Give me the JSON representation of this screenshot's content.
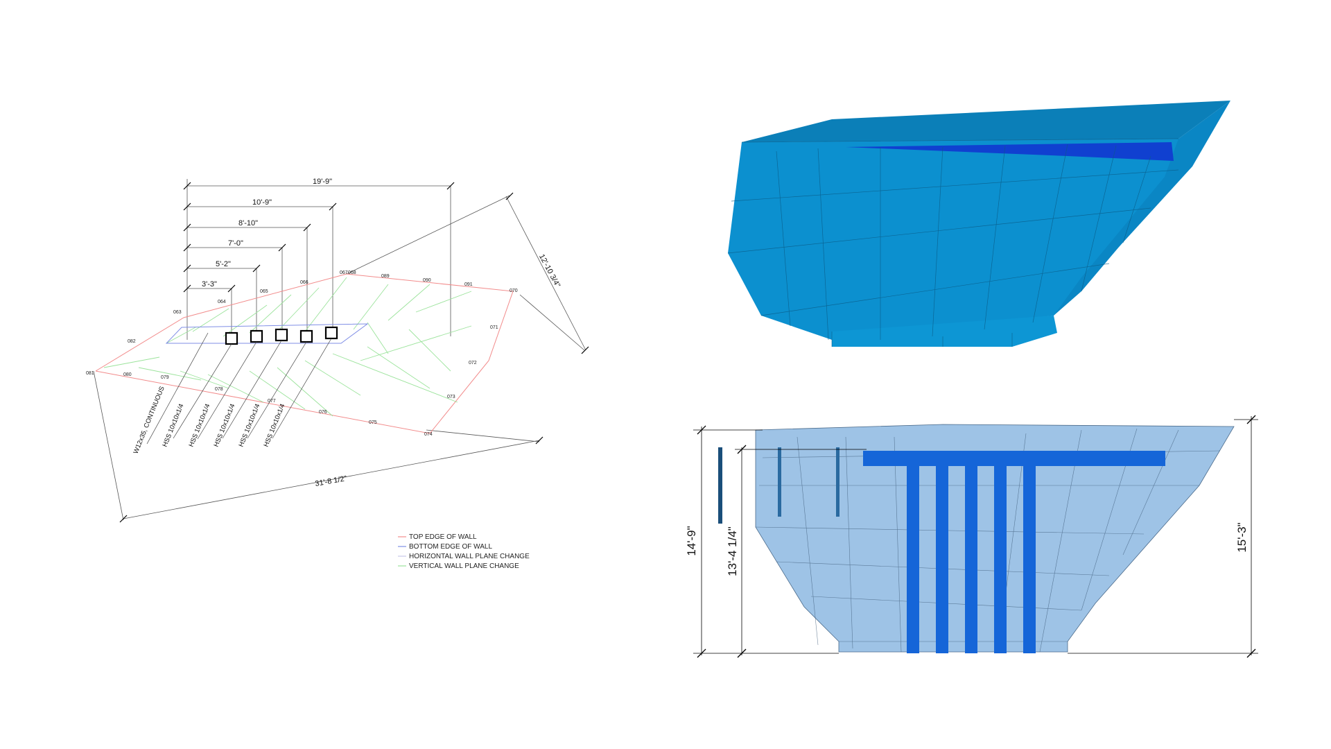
{
  "plan": {
    "dimensions_top": [
      "19'-9\"",
      "10'-9\"",
      "8'-10\"",
      "7'-0\"",
      "5'-2\"",
      "3'-3\""
    ],
    "dim_right": "12'-10 3/4\"",
    "dim_bottom": "31'-8 1/2\"",
    "members": [
      "W12x35, CONTINUOUS",
      "HSS 10x10x1/4",
      "HSS 10x10x1/4",
      "HSS 10x10x1/4",
      "HSS 10x10x1/4",
      "HSS 10x10x1/4"
    ],
    "points": [
      "063",
      "064",
      "065",
      "066",
      "067",
      "068",
      "089",
      "090",
      "091",
      "070",
      "071",
      "072",
      "073",
      "074",
      "075",
      "076",
      "077",
      "078",
      "079",
      "080",
      "081",
      "082"
    ],
    "legend": [
      {
        "label": "TOP EDGE OF WALL",
        "color": "#f28b8b"
      },
      {
        "label": "BOTTOM EDGE OF WALL",
        "color": "#7f8ee6"
      },
      {
        "label": "HORIZONTAL WALL PLANE CHANGE",
        "color": "#c7c7e8"
      },
      {
        "label": "VERTICAL WALL PLANE CHANGE",
        "color": "#9be39b"
      }
    ]
  },
  "elevation": {
    "dim_left_outer": "14'-9\"",
    "dim_left_inner": "13'-4 1/4\"",
    "dim_right": "15'-3\""
  },
  "colors": {
    "model_face": "#0c90cf",
    "model_dark": "#0a6ea4",
    "beam": "#1565d8",
    "glass": "#9ec3e6"
  }
}
